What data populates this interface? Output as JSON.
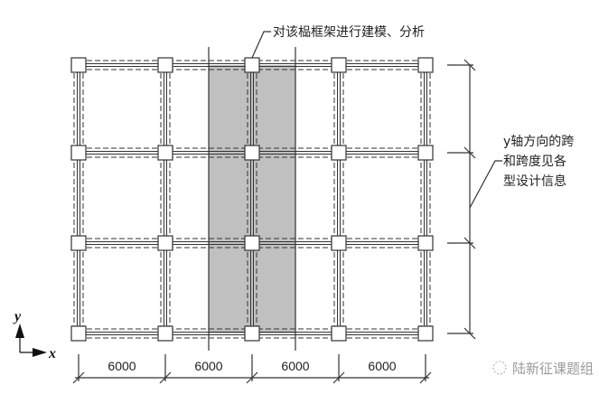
{
  "callout_frame": "对该榀框架进行建模、分析",
  "callout_span": [
    "y轴方向的跨",
    "和跨度见各",
    "型设计信息"
  ],
  "axis": {
    "y": "y",
    "x": "x"
  },
  "x_spans": [
    "6000",
    "6000",
    "6000",
    "6000"
  ],
  "watermark": "陆新征课题组",
  "colors": {
    "shaded_frame": "#c0c0c0",
    "line": "#333333"
  }
}
